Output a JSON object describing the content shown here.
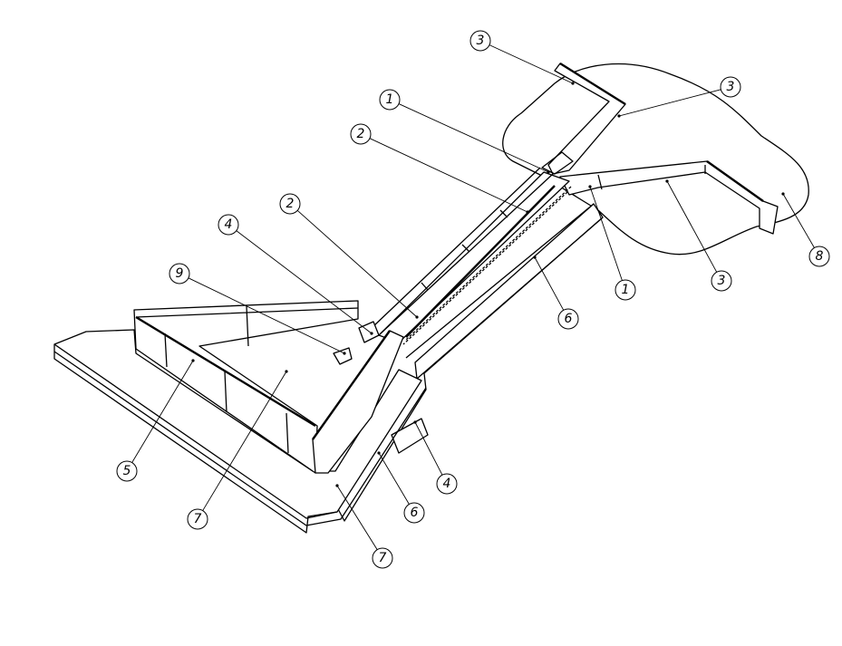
{
  "diagram": {
    "type": "isometric technical drawing",
    "callouts": [
      {
        "label": "3"
      },
      {
        "label": "3"
      },
      {
        "label": "1"
      },
      {
        "label": "2"
      },
      {
        "label": "2"
      },
      {
        "label": "4"
      },
      {
        "label": "9"
      },
      {
        "label": "5"
      },
      {
        "label": "7"
      },
      {
        "label": "7"
      },
      {
        "label": "6"
      },
      {
        "label": "4"
      },
      {
        "label": "6"
      },
      {
        "label": "1"
      },
      {
        "label": "3"
      },
      {
        "label": "8"
      }
    ]
  }
}
